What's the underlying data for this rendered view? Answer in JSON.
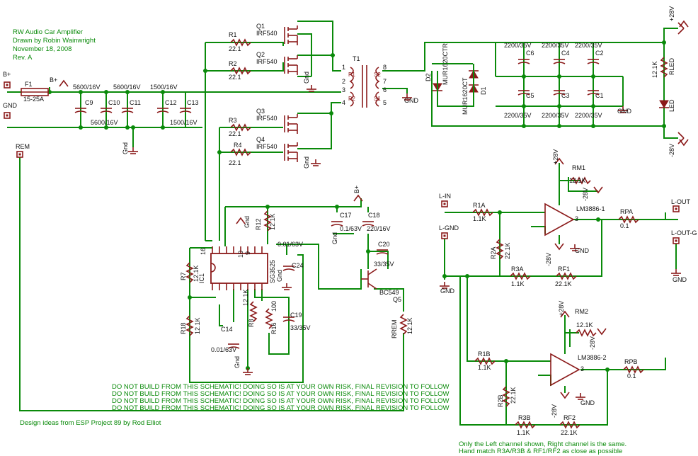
{
  "title_block": {
    "line1": "RW Audio Car Amplifier",
    "line2": "Drawn by Robin Wainwright",
    "line3": "November 18, 2008",
    "line4": "Rev. A"
  },
  "footer": "Design ideas from ESP Project 89 by Rod Elliot",
  "warning": "DO NOT BUILD FROM THIS SCHEMATIC!  DOING SO IS AT YOUR OWN RISK, FINAL REVISION TO FOLLOW",
  "notes": {
    "line1": "Only the Left channel shown, Right channel is the same.",
    "line2": "Hand match R3A/R3B & RF1/RF2 as close as possible"
  },
  "ports": {
    "bplus": "B+",
    "gnd": "GND",
    "rem": "REM",
    "lin": "L-IN",
    "lgnd": "L-GND",
    "lout": "L-OUT",
    "loutg": "L-OUT-G",
    "plus28": "+28V",
    "minus28": "-28V"
  },
  "labels": {
    "gnd": "Gnd",
    "gnd_upper": "GND",
    "bplus": "B+",
    "plus28": "+28V",
    "minus28": "-28V"
  },
  "parts": {
    "f1": "F1",
    "f1_val": "15-25A",
    "c9": "C9",
    "c10": "C10",
    "c11": "C11",
    "c12": "C12",
    "c13": "C13",
    "v5600": "5600/16V",
    "v1500": "1500/16V",
    "r1": "R1",
    "r2": "R2",
    "r3": "R3",
    "r4": "R4",
    "v22": "22.1",
    "q1": "Q1",
    "q2": "Q2",
    "q3": "Q3",
    "q4": "Q4",
    "irf540": "IRF540",
    "t1": "T1",
    "p1": "P1",
    "p2": "P2",
    "s1": "S1",
    "s2": "S2",
    "d1": "D1",
    "d2": "D2",
    "mur": "MUR1620CTR",
    "mur2": "MUR1620CT",
    "c1": "C1",
    "c2": "C2",
    "c3": "C3",
    "c4": "C4",
    "c5": "C5",
    "c6": "C6",
    "v2200": "2200/35V",
    "rled": "RLED",
    "v121k": "12.1K",
    "led": "LED",
    "ic1": "IC1",
    "sg": "SG3525",
    "r7": "R7",
    "r8": "R8",
    "r12": "R12",
    "r16": "R16",
    "r18": "R18",
    "v100": "100",
    "c14": "C14",
    "v001": "0.01/63V",
    "c24": "C24",
    "c19": "C19",
    "v33": "33/35V",
    "c17": "C17",
    "c18": "C18",
    "v01": "0.1/63V",
    "v220": "220/16V",
    "c20": "C20",
    "q5": "Q5",
    "bc549": "BC549",
    "rrem": "RREM",
    "r1a": "R1A",
    "r2a": "R2A",
    "r3a": "R3A",
    "r1b": "R1B",
    "r2b": "R2B",
    "r3b": "R3B",
    "v11k": "1.1K",
    "v221k": "22.1K",
    "rf1": "RF1",
    "rf2": "RF2",
    "rm1": "RM1",
    "rm2": "RM2",
    "lm1": "LM3886-1",
    "lm2": "LM3886-2",
    "rpa": "RPA",
    "rpb": "RPB",
    "v01b": "0.1"
  },
  "pins": {
    "p1": "1",
    "p2": "2",
    "p3": "3",
    "p4": "4",
    "p5": "5",
    "p6": "6",
    "p7": "7",
    "p8": "8",
    "p9": "9",
    "p10": "10",
    "p16": "16"
  }
}
